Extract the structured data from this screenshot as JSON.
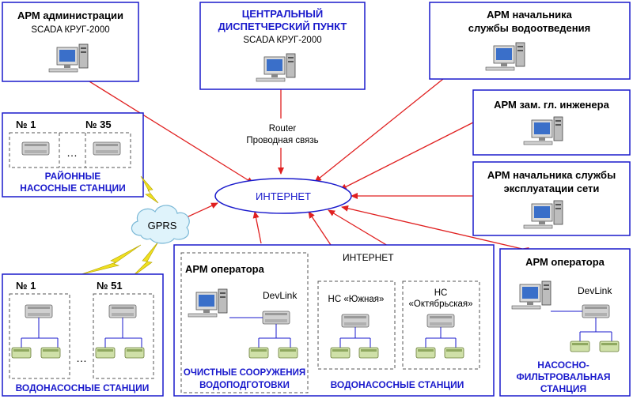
{
  "colors": {
    "box_border": "#1a1acc",
    "arrow": "#e02020",
    "blue_text": "#1a1acc",
    "black_text": "#000000",
    "dash": "#555555",
    "lightning": "#f0e020",
    "cloud_fill": "#dff3fb",
    "cloud_border": "#7ab8d6",
    "wire": "#1a1acc"
  },
  "admin": {
    "title": "АРМ администрации",
    "subtitle": "SCADA КРУГ-2000"
  },
  "central": {
    "line1": "ЦЕНТРАЛЬНЫЙ",
    "line2": "ДИСПЕТЧЕРСКИЙ ПУНКТ",
    "subtitle": "SCADA КРУГ-2000"
  },
  "drainage": {
    "line1": "АРМ начальника",
    "line2": "службы водоотведения"
  },
  "deputy": {
    "title": "АРМ зам. гл. инженера"
  },
  "network": {
    "line1": "АРМ начальника службы",
    "line2": "эксплуатации сети"
  },
  "router": {
    "line1": "Router",
    "line2": "Проводная связь"
  },
  "internet": {
    "label": "ИНТЕРНЕТ"
  },
  "gprs": {
    "label": "GPRS"
  },
  "district": {
    "num_first": "№ 1",
    "num_last": "№ 35",
    "dots": "…",
    "line1": "РАЙОННЫЕ",
    "line2": "НАСОСНЫЕ СТАНЦИИ"
  },
  "water_pump": {
    "num_first": "№ 1",
    "num_last": "№ 51",
    "dots": "…",
    "label": "ВОДОНАСОСНЫЕ СТАНЦИИ"
  },
  "treatment": {
    "operator": "АРМ оператора",
    "devlink": "DevLink",
    "internet": "ИНТЕРНЕТ",
    "south_line1": "НС «Южная»",
    "oct_line1": "НС",
    "oct_line2": "«Октябрьская»",
    "line1": "ОЧИСТНЫЕ СООРУЖЕНИЯ",
    "line2": "ВОДОПОДГОТОВКИ",
    "stations_label": "ВОДОНАСОСНЫЕ СТАНЦИИ"
  },
  "filter": {
    "operator": "АРМ оператора",
    "devlink": "DevLink",
    "line1": "НАСОСНО-",
    "line2": "ФИЛЬТРОВАЛЬНАЯ",
    "line3": "СТАНЦИЯ"
  }
}
